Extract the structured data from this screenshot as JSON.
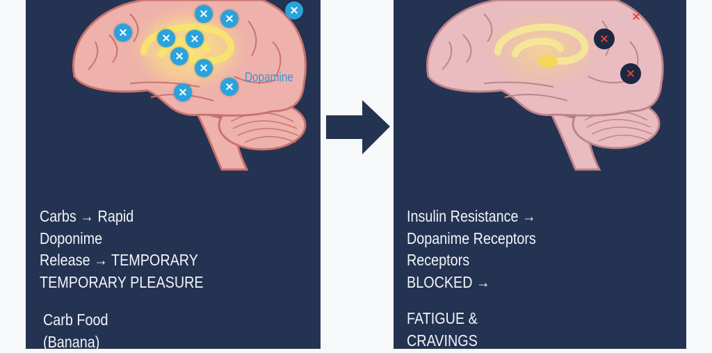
{
  "colors": {
    "panel_bg": "#243352",
    "page_bg": "#f7f8fa",
    "dopamine_marker": "#2aa3dc",
    "blocked_marker_x": "#e8423d",
    "brain_fill": "#eeb1ab",
    "brain_outline": "#c9736e",
    "reward_glow": "#f7e36a",
    "text": "#f2f4f7"
  },
  "left_panel": {
    "dopamine_label": "Dopamine",
    "markers_icon": "x-icon",
    "text_lines": [
      "Carbs → Rapid",
      "Doponime",
      "Release → TEMPORARY",
      "TEMPORARY PLEASURE"
    ],
    "food_lines": [
      "Carb Food",
      "(Banana)"
    ]
  },
  "transition_arrow": "right-arrow-icon",
  "right_panel": {
    "markers_icon": "x-icon",
    "text_lines": [
      "Insulin Resistance →",
      "Dopanime Receptors",
      "Receptors",
      "BLOCKED →"
    ],
    "outcome_lines": [
      "FATIGUE &",
      "CRAVINGS"
    ]
  }
}
